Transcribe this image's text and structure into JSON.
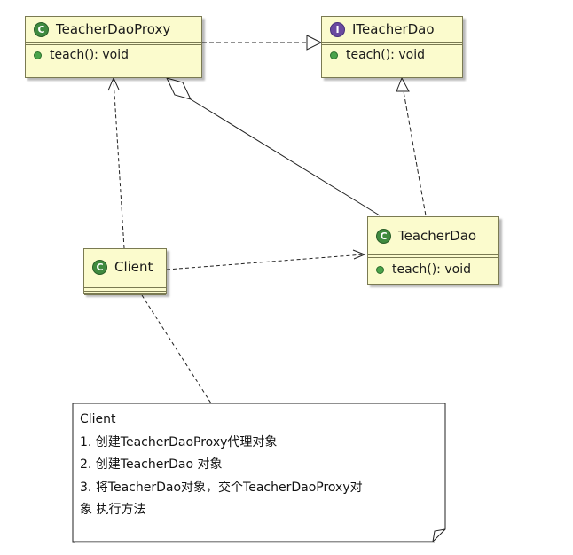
{
  "classes": {
    "proxy": {
      "name": "TeacherDaoProxy",
      "stereotype": "class",
      "methods": [
        "teach(): void"
      ]
    },
    "iface": {
      "name": "ITeacherDao",
      "stereotype": "interface",
      "methods": [
        "teach(): void"
      ]
    },
    "dao": {
      "name": "TeacherDao",
      "stereotype": "class",
      "methods": [
        "teach(): void"
      ]
    },
    "client": {
      "name": "Client",
      "stereotype": "class",
      "methods": []
    }
  },
  "badges": {
    "class_letter": "C",
    "interface_letter": "I"
  },
  "relations": [
    {
      "from": "TeacherDaoProxy",
      "to": "ITeacherDao",
      "kind": "realization"
    },
    {
      "from": "TeacherDao",
      "to": "ITeacherDao",
      "kind": "realization"
    },
    {
      "from": "TeacherDaoProxy",
      "to": "TeacherDao",
      "kind": "aggregation"
    },
    {
      "from": "Client",
      "to": "TeacherDaoProxy",
      "kind": "dependency"
    },
    {
      "from": "Client",
      "to": "TeacherDao",
      "kind": "dependency"
    }
  ],
  "note": {
    "lines": [
      "Client",
      "1. 创建TeacherDaoProxy代理对象",
      "2. 创建TeacherDao 对象",
      "3. 将TeacherDao对象，交个TeacherDaoProxy对",
      "象 执行方法"
    ]
  },
  "colors": {
    "class_fill": "#fbfbcd",
    "class_border": "#7a7a52",
    "class_badge": "#3f8a3f",
    "interface_badge": "#6a4aa0",
    "member_dot": "#4aa34a"
  }
}
